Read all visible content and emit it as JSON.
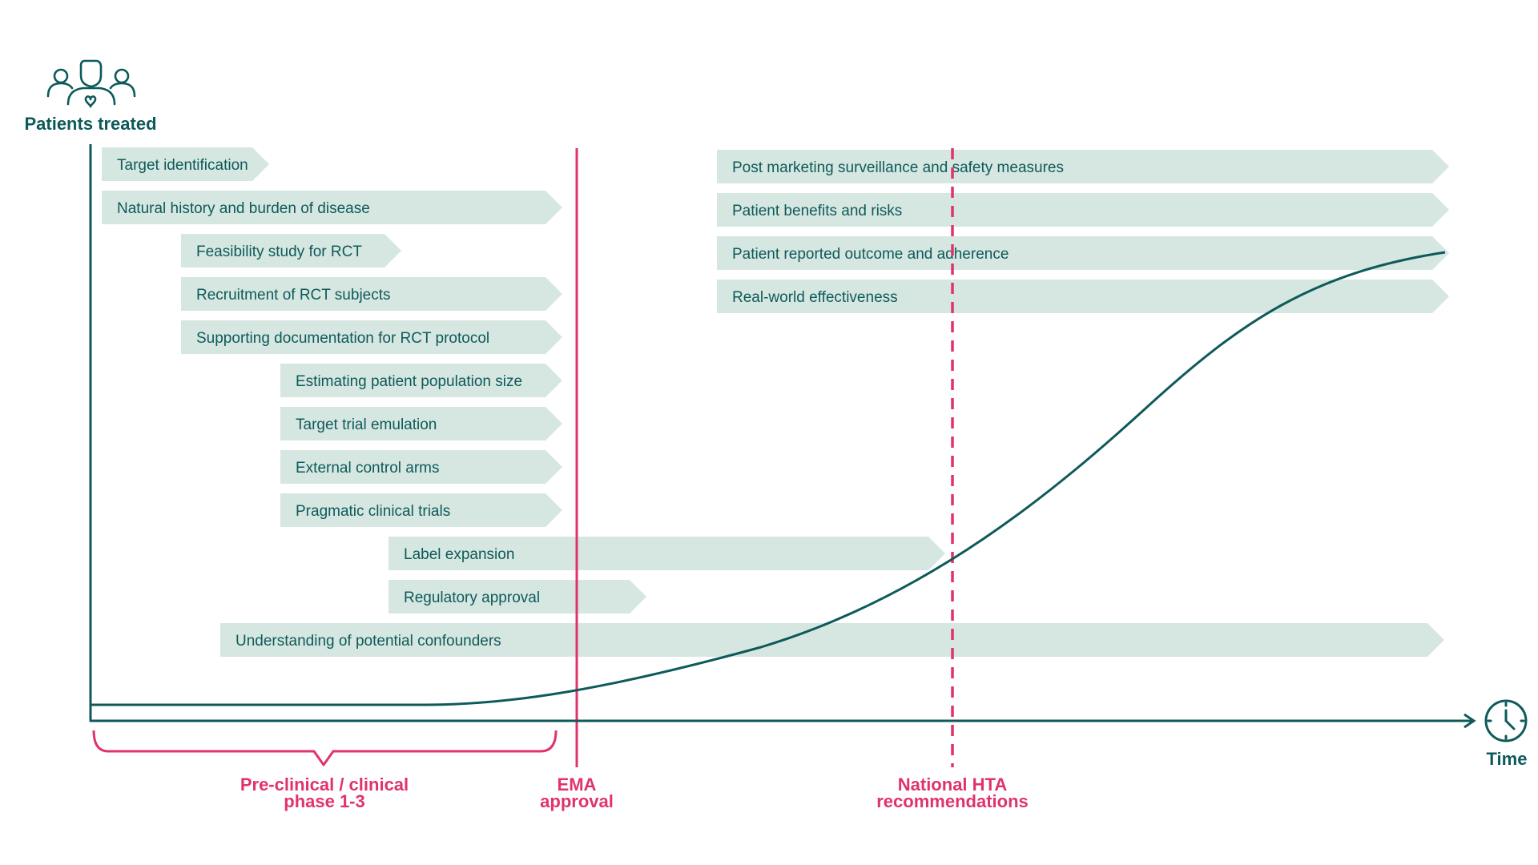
{
  "colors": {
    "teal": "#0e5a5a",
    "arrow_fill": "#d6e7e1",
    "magenta": "#e0336c"
  },
  "y_axis": {
    "title": "Patients treated",
    "icon": "patients-group-icon"
  },
  "x_axis": {
    "title": "Time",
    "icon": "clock-icon"
  },
  "activities": [
    {
      "label": "Target identification"
    },
    {
      "label": "Natural history and burden of disease"
    },
    {
      "label": "Feasibility study for RCT"
    },
    {
      "label": "Recruitment of RCT subjects"
    },
    {
      "label": "Supporting documentation for RCT protocol"
    },
    {
      "label": "Estimating patient population size"
    },
    {
      "label": "Target trial emulation"
    },
    {
      "label": "External control arms"
    },
    {
      "label": "Pragmatic clinical trials"
    },
    {
      "label": "Label expansion"
    },
    {
      "label": "Regulatory approval"
    },
    {
      "label": "Understanding of potential confounders"
    },
    {
      "label": "Post marketing surveillance and safety measures"
    },
    {
      "label": "Patient benefits and risks"
    },
    {
      "label": "Patient reported outcome and adherence"
    },
    {
      "label": "Real-world effectiveness"
    }
  ],
  "phase": {
    "line1": "Pre-clinical / clinical",
    "line2": "phase 1-3"
  },
  "milestones": {
    "ema": {
      "line1": "EMA",
      "line2": "approval",
      "style": "solid"
    },
    "hta": {
      "line1": "National HTA",
      "line2": "recommendations",
      "style": "dashed"
    }
  },
  "curve": {
    "shape": "sigmoid"
  }
}
